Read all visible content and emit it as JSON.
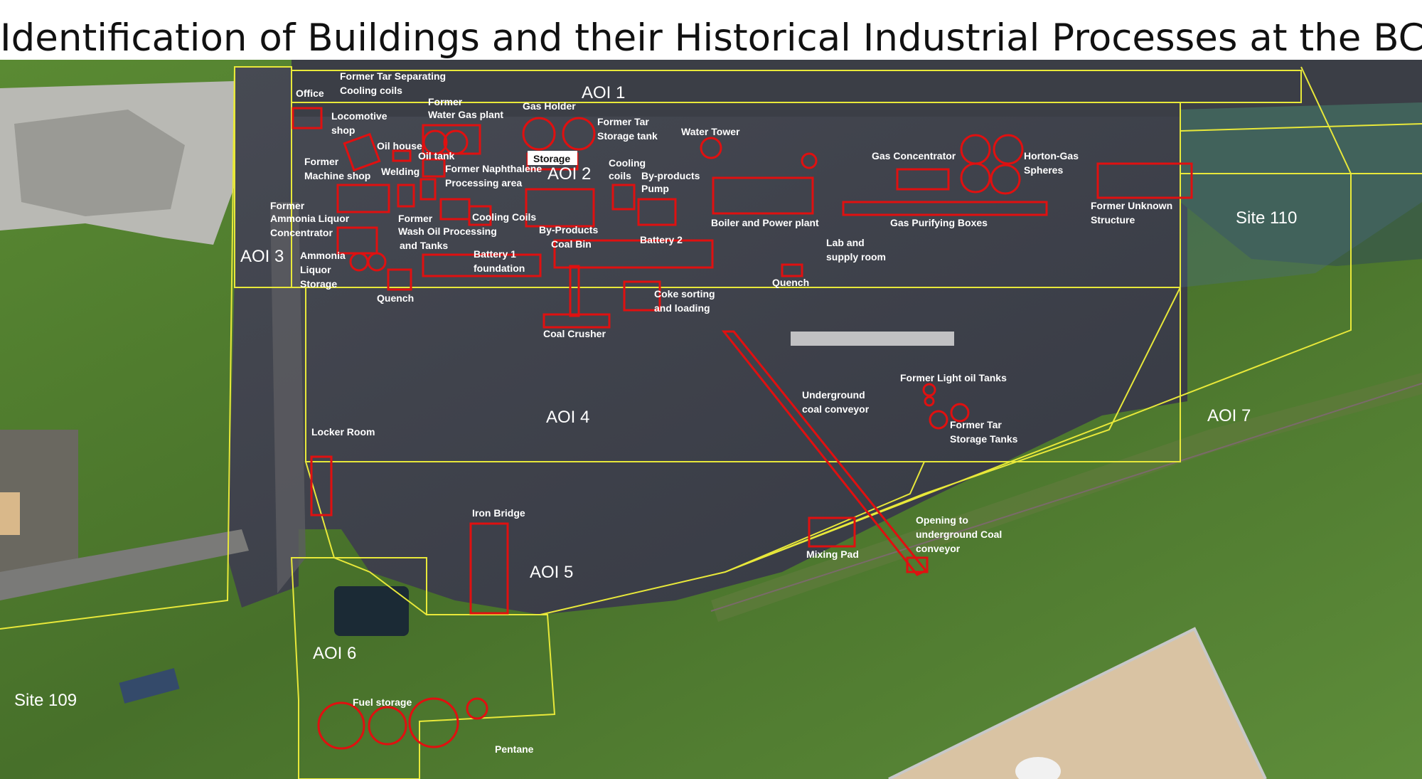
{
  "title": "Identification of Buildings and their Historical Industrial Processes at the BCP Site",
  "aoi_labels": [
    "AOI 1",
    "AOI 2",
    "AOI 3",
    "AOI 4",
    "AOI 5",
    "AOI 6",
    "AOI 7"
  ],
  "site_labels": [
    "Site 110",
    "Site 109"
  ],
  "building_labels": [
    "Office",
    "Former Tar Separating",
    "Cooling coils",
    "Former",
    "Water Gas plant",
    "Gas Holder",
    "Former Tar",
    "Storage tank",
    "Water Tower",
    "Locomotive",
    "shop",
    "Oil house",
    "Oil tank",
    "Storage",
    "Former",
    "Machine shop",
    "Welding",
    "Former Naphthalene",
    "Processing area",
    "Cooling",
    "coils",
    "By-products",
    "Pump",
    "Gas Concentrator",
    "Horton-Gas",
    "Spheres",
    "Former",
    "Ammonia Liquor",
    "Concentrator",
    "Former",
    "Wash Oil Processing",
    "and Tanks",
    "Cooling Coils",
    "By-Products",
    "Coal Bin",
    "Boiler and Power plant",
    "Gas Purifying Boxes",
    "Former Unknown",
    "Structure",
    "Ammonia",
    "Liquor",
    "Storage",
    "Battery 1",
    "foundation",
    "Battery 2",
    "Lab and",
    "supply room",
    "Quench",
    "Quench",
    "Coke sorting",
    "and loading",
    "Coal Crusher",
    "Underground",
    "coal conveyor",
    "Former Light oil Tanks",
    "Former Tar",
    "Storage Tanks",
    "Locker Room",
    "Iron Bridge",
    "Opening to",
    "underground Coal",
    "conveyor",
    "Mixing Pad",
    "Fuel storage",
    "Pentane"
  ],
  "colors": {
    "building_outline": "#e01010",
    "boundary_line": "#e8e83a",
    "vegetation": "#4f7a2e",
    "industrial_ground": "#3a3d47",
    "label_text": "#ffffff"
  }
}
